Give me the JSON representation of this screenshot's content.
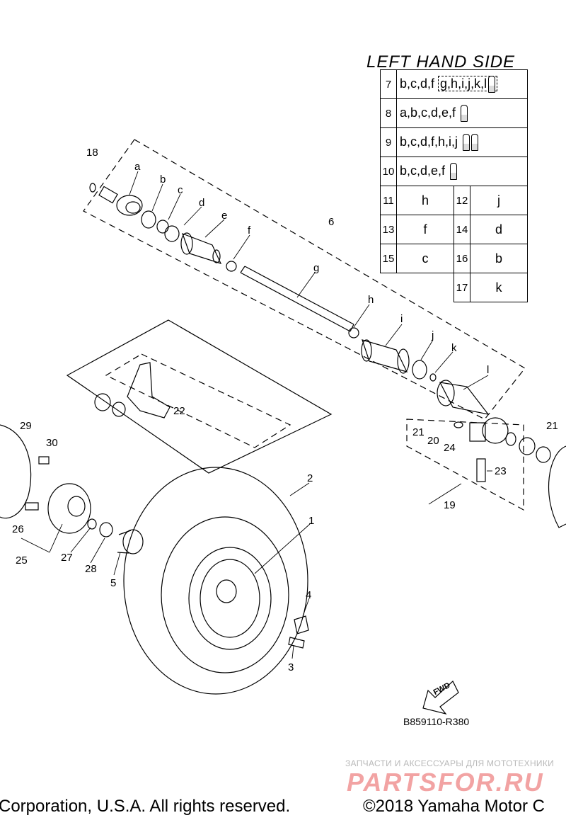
{
  "title": "LEFT HAND SIDE",
  "table": {
    "rows": [
      {
        "num": "7",
        "text": "b,c,d,f",
        "boxed": "g,h,i,j,k,l",
        "tubes": 1
      },
      {
        "num": "8",
        "text": "a,b,c,d,e,f",
        "tubes": 1
      },
      {
        "num": "9",
        "text": "b,c,d,f,h,i,j",
        "tubes": 2
      },
      {
        "num": "10",
        "text": "b,c,d,e,f",
        "tubes": 1
      }
    ],
    "pairs": [
      {
        "n1": "11",
        "v1": "h",
        "n2": "12",
        "v2": "j"
      },
      {
        "n1": "13",
        "v1": "f",
        "n2": "14",
        "v2": "d"
      },
      {
        "n1": "15",
        "v1": "c",
        "n2": "16",
        "v2": "b"
      },
      {
        "n1": "",
        "v1": "",
        "n2": "17",
        "v2": "k"
      }
    ]
  },
  "callouts": {
    "n18": "18",
    "a": "a",
    "b": "b",
    "c": "c",
    "d": "d",
    "e": "e",
    "f": "f",
    "n6": "6",
    "g": "g",
    "h": "h",
    "i": "i",
    "j": "j",
    "k": "k",
    "l": "l",
    "n22": "22",
    "n29": "29",
    "n30": "30",
    "n21a": "21",
    "n20": "20",
    "n24": "24",
    "n21b": "21",
    "n23": "23",
    "n19": "19",
    "n2": "2",
    "n1": "1",
    "n26": "26",
    "n27": "27",
    "n28": "28",
    "n5": "5",
    "n25": "25",
    "n4": "4",
    "n3": "3"
  },
  "fwd_label": "FWD",
  "diagram_code": "B859110-R380",
  "watermark": {
    "text": "ЗАПЧАСТИ И АКСЕССУАРЫ ДЛЯ МОТОТЕХНИКИ",
    "logo": "PARTSFOR.RU"
  },
  "footer": {
    "left": "Corporation, U.S.A. All rights reserved.",
    "right": "©2018 Yamaha Motor C"
  }
}
